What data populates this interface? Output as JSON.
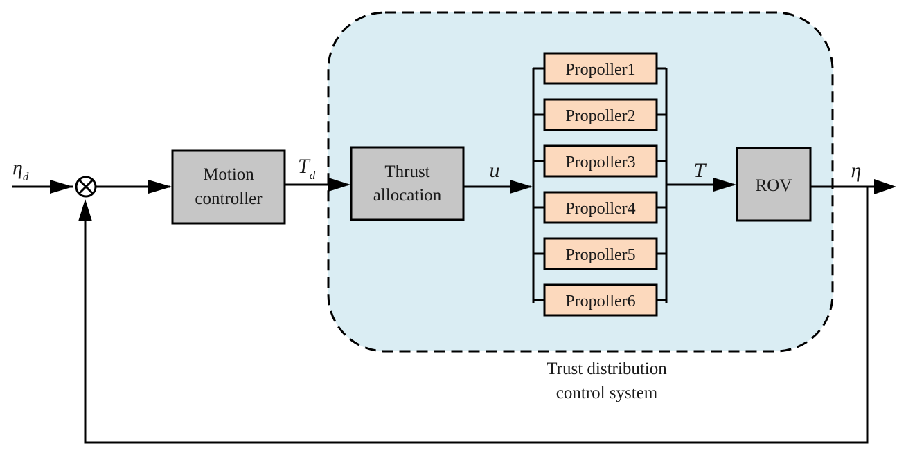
{
  "diagram": {
    "signals": {
      "input_main": "η",
      "input_sub": "d",
      "td_main": "T",
      "td_sub": "d",
      "u": "u",
      "t": "T",
      "output": "η"
    },
    "blocks": {
      "motion_controller": [
        "Motion",
        "controller"
      ],
      "thrust_allocation": [
        "Thrust",
        "allocation"
      ],
      "rov": "ROV"
    },
    "propellers": [
      "Propoller1",
      "Propoller2",
      "Propoller3",
      "Propoller4",
      "Propoller5",
      "Propoller6"
    ],
    "region_label": [
      "Trust distribution",
      "control system"
    ],
    "colors": {
      "region_fill": "#daedf3",
      "gray_block": "#c6c6c6",
      "propeller_fill": "#fcd9bd",
      "stroke": "#000000"
    }
  }
}
